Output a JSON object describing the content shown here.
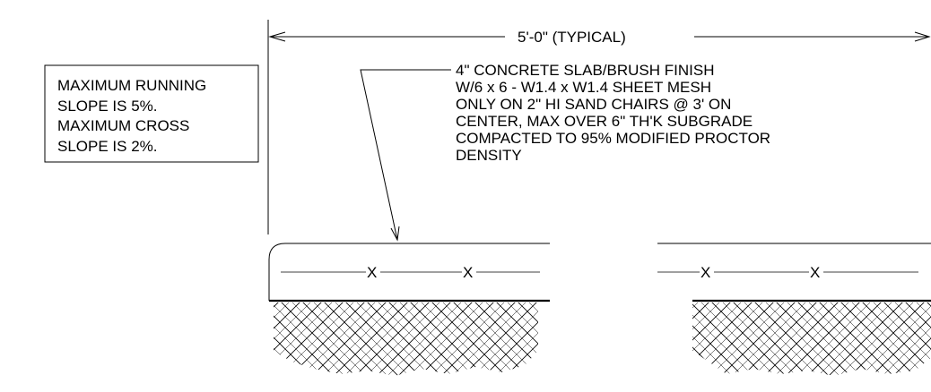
{
  "dimension": {
    "label": "5'-0\" (TYPICAL)"
  },
  "note_box": {
    "lines": [
      "MAXIMUM RUNNING",
      "SLOPE IS 5%.",
      "MAXIMUM CROSS",
      "SLOPE IS 2%."
    ]
  },
  "callout": {
    "lines": [
      "4\" CONCRETE SLAB/BRUSH FINISH",
      "W/6 x 6 - W1.4 x W1.4 SHEET MESH",
      "ONLY ON 2\" HI SAND CHAIRS @ 3' ON",
      "CENTER, MAX OVER 6\" TH'K SUBGRADE",
      "COMPACTED TO 95% MODIFIED PROCTOR",
      "DENSITY"
    ]
  },
  "mesh": {
    "marks": [
      "X",
      "X",
      "X",
      "X"
    ]
  }
}
